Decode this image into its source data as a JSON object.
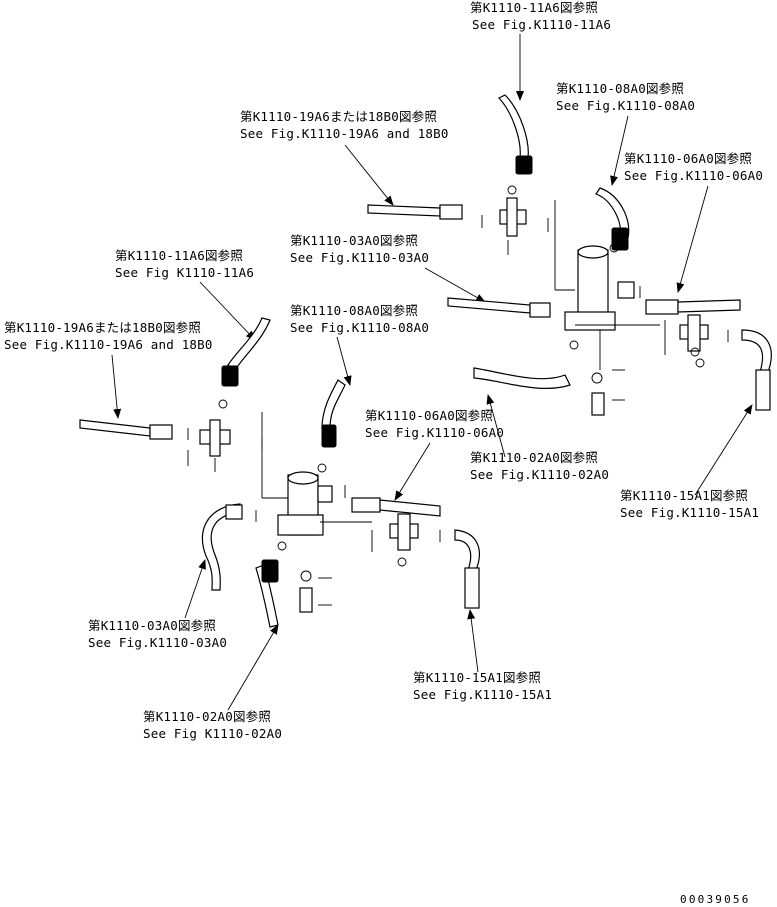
{
  "callouts": [
    {
      "jp": "第K1110-11A6図参照",
      "en": "See Fig.K1110-11A6"
    },
    {
      "jp": "第K1110-08A0図参照",
      "en": "See Fig.K1110-08A0"
    },
    {
      "jp": "第K1110-19A6または18B0図参照",
      "en": "See Fig.K1110-19A6 and 18B0"
    },
    {
      "jp": "第K1110-06A0図参照",
      "en": "See Fig.K1110-06A0"
    },
    {
      "jp": "第K1110-03A0図参照",
      "en": "See Fig.K1110-03A0"
    },
    {
      "jp": "第K1110-11A6図参照",
      "en": "See Fig K1110-11A6"
    },
    {
      "jp": "第K1110-08A0図参照",
      "en": "See Fig.K1110-08A0"
    },
    {
      "jp": "第K1110-19A6または18B0図参照",
      "en": "See Fig.K1110-19A6 and 18B0"
    },
    {
      "jp": "第K1110-06A0図参照",
      "en": "See Fig.K1110-06A0"
    },
    {
      "jp": "第K1110-02A0図参照",
      "en": "See Fig.K1110-02A0"
    },
    {
      "jp": "第K1110-15A1図参照",
      "en": "See Fig.K1110-15A1"
    },
    {
      "jp": "第K1110-03A0図参照",
      "en": "See Fig.K1110-03A0"
    },
    {
      "jp": "第K1110-15A1図参照",
      "en": "See Fig.K1110-15A1"
    },
    {
      "jp": "第K1110-02A0図参照",
      "en": "See Fig K1110-02A0"
    }
  ],
  "drawing_code": "00039056"
}
